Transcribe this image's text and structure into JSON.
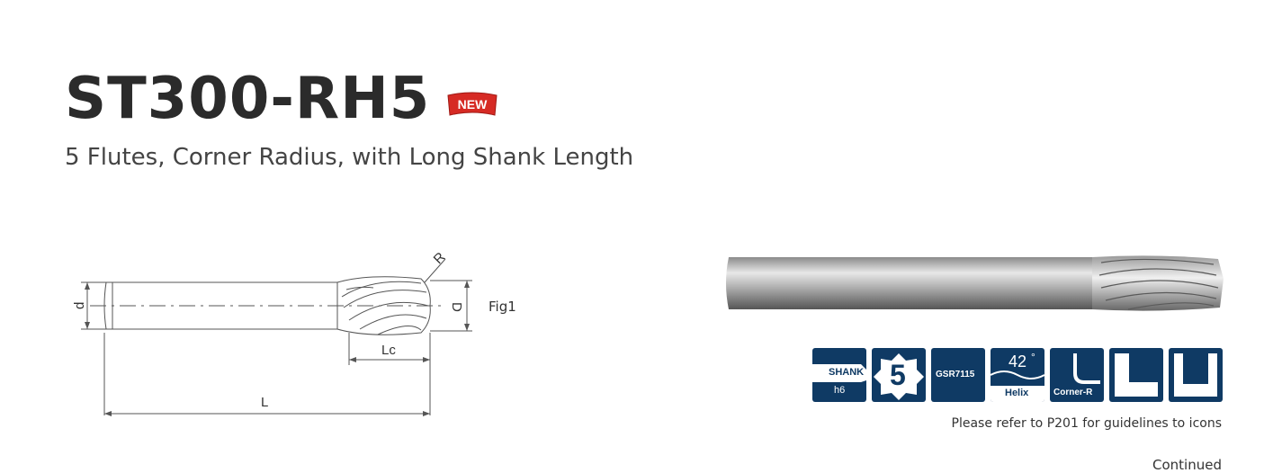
{
  "header": {
    "title": "ST300-RH5",
    "badge": "NEW",
    "subtitle": "5 Flutes, Corner Radius, with Long Shank Length"
  },
  "drawing": {
    "label_R": "R",
    "label_d": "d",
    "label_D": "D",
    "label_Lc": "Lc",
    "label_L": "L",
    "figure": "Fig1"
  },
  "icons": {
    "shank_label": "SHANK",
    "shank_tol": "h6",
    "flutes": "5",
    "grade": "GSR7115",
    "helix_angle": "42",
    "helix_unit": "°",
    "helix_label": "Helix",
    "corner_label": "Corner-R"
  },
  "footer": {
    "note": "Please refer to P201 for guidelines to icons",
    "continued": "Continued"
  },
  "colors": {
    "icon_bg": "#0f3a64",
    "badge_red": "#d62a24"
  }
}
